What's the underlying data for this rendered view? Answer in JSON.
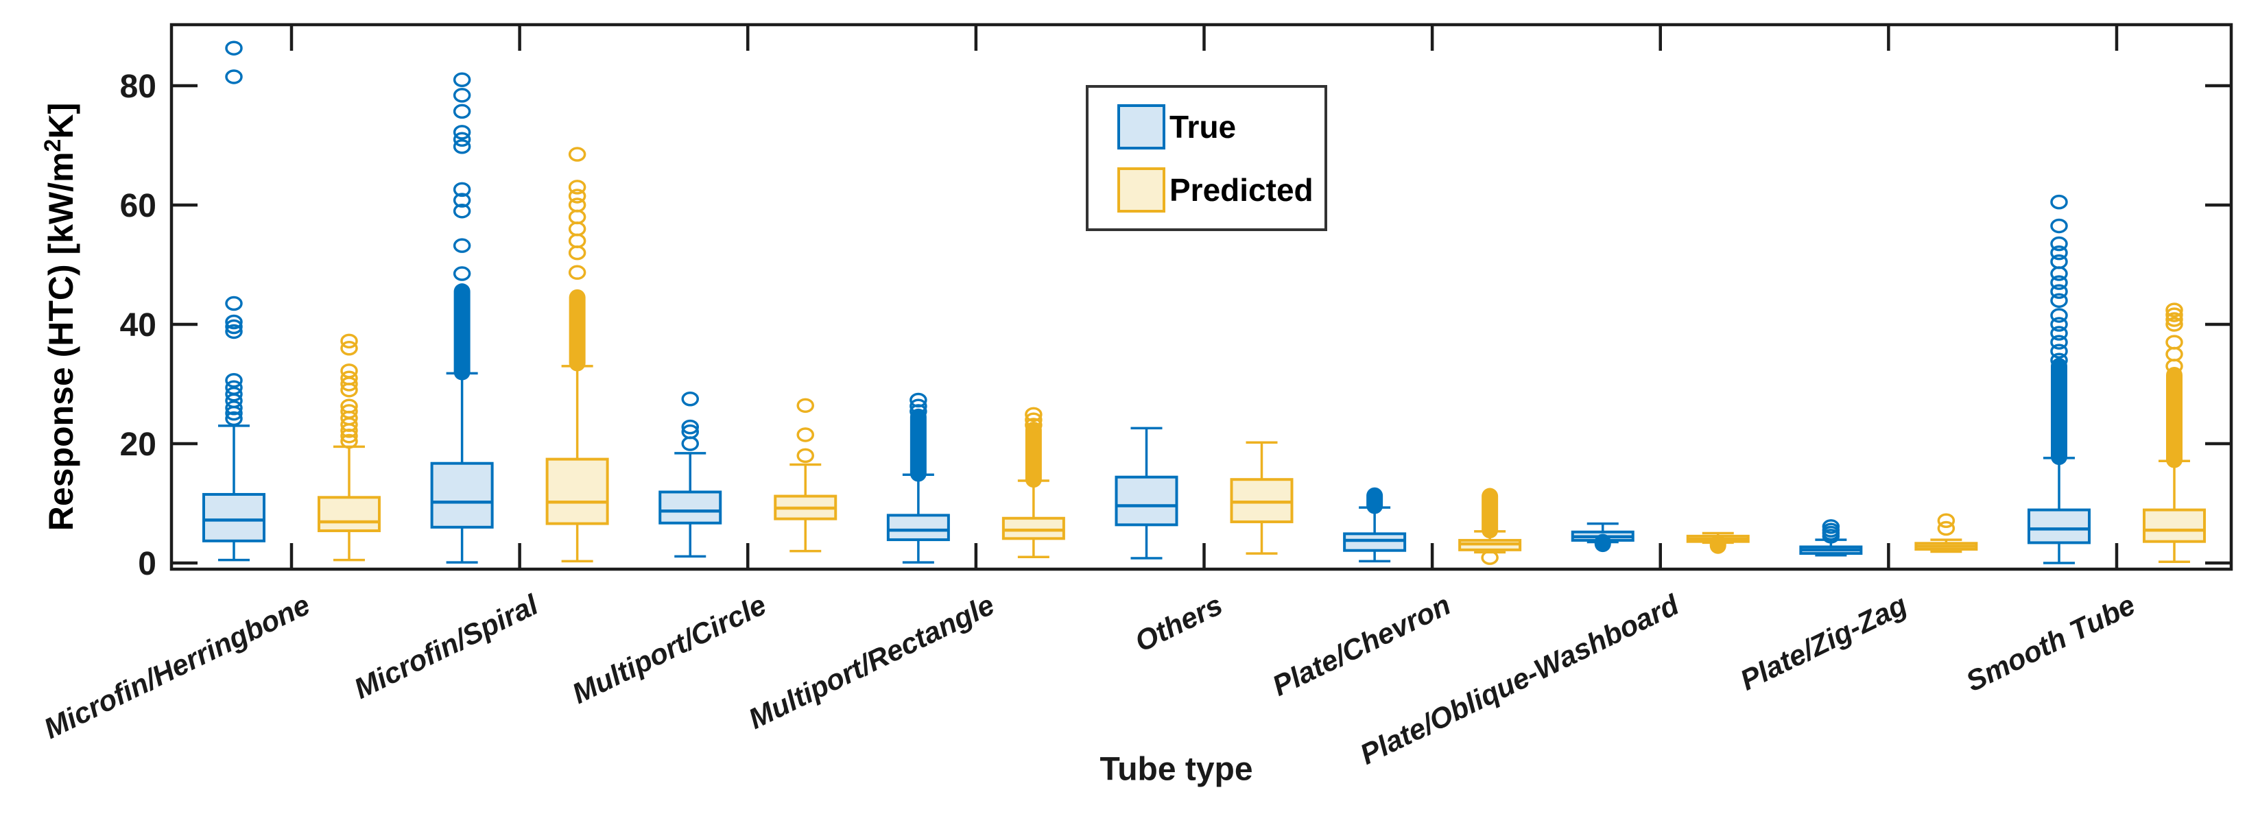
{
  "figure": {
    "y_axis": {
      "label_main1": "Response (HTC) [kW/m",
      "label_sup": "2",
      "label_main2": "K]",
      "label_full": "Response (HTC) [kW/m²K]",
      "tick_labels": [
        "0",
        "20",
        "40",
        "60",
        "80"
      ]
    },
    "x_axis": {
      "label": "Tube type"
    },
    "legend": {
      "items": [
        {
          "label": "True",
          "color_key": "true"
        },
        {
          "label": "Predicted",
          "color_key": "predicted"
        }
      ]
    }
  },
  "colors": {
    "true_edge": "#0072BD",
    "true_fill": "#D4E6F4",
    "predicted_edge": "#EDB120",
    "predicted_fill": "#FAF0D0",
    "axis": "#1c1c1c",
    "text": "#000000"
  },
  "chart_data": {
    "type": "boxplot",
    "title": "",
    "xlabel": "Tube type",
    "ylabel": "Response (HTC) [kW/m²K]",
    "ylim": [
      -1,
      90
    ],
    "yticks": [
      0,
      20,
      40,
      60,
      80
    ],
    "grid": false,
    "legend_position": "top-center-inside",
    "categories": [
      "Microfin/Herringbone",
      "Microfin/Spiral",
      "Multiport/Circle",
      "Multiport/Rectangle",
      "Others",
      "Plate/Chevron",
      "Plate/Oblique-Washboard",
      "Plate/Zig-Zag",
      "Smooth Tube"
    ],
    "series": [
      {
        "name": "True",
        "boxes": [
          {
            "whisker_low": 0.5,
            "q1": 3.7,
            "median": 7.2,
            "q3": 11.5,
            "whisker_high": 23.0,
            "outlier_dense": null,
            "outliers": [
              24.2,
              25.1,
              26.0,
              27.2,
              28.3,
              29.4,
              30.6,
              38.8,
              39.6,
              40.4,
              43.5,
              81.5,
              86.3
            ]
          },
          {
            "whisker_low": 0.1,
            "q1": 6.0,
            "median": 10.2,
            "q3": 16.7,
            "whisker_high": 31.8,
            "outlier_dense": [
              32.0,
              45.5
            ],
            "outliers": [
              48.5,
              53.2,
              59.0,
              60.8,
              62.6,
              69.8,
              71.0,
              72.2,
              75.7,
              78.4,
              81.0
            ]
          },
          {
            "whisker_low": 1.1,
            "q1": 6.7,
            "median": 8.7,
            "q3": 11.9,
            "whisker_high": 18.4,
            "outlier_dense": null,
            "outliers": [
              20.0,
              22.0,
              22.8,
              27.5
            ]
          },
          {
            "whisker_low": 0.1,
            "q1": 3.9,
            "median": 5.5,
            "q3": 8.0,
            "whisker_high": 14.8,
            "outlier_dense": [
              15.0,
              24.5
            ],
            "outliers": [
              25.4,
              26.3,
              27.3
            ]
          },
          {
            "whisker_low": 0.8,
            "q1": 6.4,
            "median": 9.6,
            "q3": 14.4,
            "whisker_high": 22.6,
            "outlier_dense": null,
            "outliers": []
          },
          {
            "whisker_low": 0.3,
            "q1": 2.1,
            "median": 3.8,
            "q3": 4.9,
            "whisker_high": 9.3,
            "outlier_dense": [
              9.6,
              11.3
            ],
            "outliers": []
          },
          {
            "whisker_low": 3.5,
            "q1": 3.8,
            "median": 4.4,
            "q3": 5.2,
            "whisker_high": 6.6,
            "outlier_dense": [
              3.2,
              3.5
            ],
            "outliers": []
          },
          {
            "whisker_low": 1.3,
            "q1": 1.6,
            "median": 2.2,
            "q3": 2.7,
            "whisker_high": 3.9,
            "outlier_dense": null,
            "outliers": [
              4.5,
              5.0,
              5.5,
              6.1
            ]
          },
          {
            "whisker_low": 0.0,
            "q1": 3.4,
            "median": 5.7,
            "q3": 8.9,
            "whisker_high": 17.6,
            "outlier_dense": [
              17.8,
              33.0
            ],
            "outliers": [
              34.0,
              35.5,
              37.0,
              38.5,
              40.0,
              41.5,
              44.0,
              45.5,
              47.0,
              48.5,
              50.5,
              52.0,
              53.5,
              56.5,
              60.5
            ]
          }
        ]
      },
      {
        "name": "Predicted",
        "boxes": [
          {
            "whisker_low": 0.5,
            "q1": 5.4,
            "median": 6.9,
            "q3": 11.0,
            "whisker_high": 19.5,
            "outlier_dense": null,
            "outliers": [
              20.4,
              21.3,
              22.2,
              23.2,
              24.3,
              25.4,
              26.3,
              29.0,
              30.0,
              31.0,
              32.2,
              36.0,
              37.2
            ]
          },
          {
            "whisker_low": 0.3,
            "q1": 6.6,
            "median": 10.2,
            "q3": 17.4,
            "whisker_high": 33.0,
            "outlier_dense": [
              33.5,
              44.5
            ],
            "outliers": [
              48.7,
              52.0,
              54.0,
              56.0,
              58.0,
              60.0,
              61.5,
              63.0,
              68.5
            ]
          },
          {
            "whisker_low": 2.0,
            "q1": 7.4,
            "median": 9.2,
            "q3": 11.2,
            "whisker_high": 16.5,
            "outlier_dense": null,
            "outliers": [
              18.0,
              21.5,
              26.4
            ]
          },
          {
            "whisker_low": 1.0,
            "q1": 4.1,
            "median": 5.5,
            "q3": 7.5,
            "whisker_high": 13.8,
            "outlier_dense": [
              14.0,
              22.3
            ],
            "outliers": [
              23.1,
              24.0,
              24.9
            ]
          },
          {
            "whisker_low": 1.6,
            "q1": 6.9,
            "median": 10.2,
            "q3": 14.0,
            "whisker_high": 20.2,
            "outlier_dense": null,
            "outliers": []
          },
          {
            "whisker_low": 1.8,
            "q1": 2.2,
            "median": 3.2,
            "q3": 3.8,
            "whisker_high": 5.3,
            "outlier_dense": [
              5.5,
              11.2
            ],
            "outliers": [
              0.9
            ]
          },
          {
            "whisker_low": 3.4,
            "q1": 3.6,
            "median": 4.0,
            "q3": 4.5,
            "whisker_high": 5.0,
            "outlier_dense": [
              2.9,
              3.3
            ],
            "outliers": []
          },
          {
            "whisker_low": 1.9,
            "q1": 2.3,
            "median": 2.8,
            "q3": 3.3,
            "whisker_high": 3.9,
            "outlier_dense": null,
            "outliers": [
              5.8,
              7.1
            ]
          },
          {
            "whisker_low": 0.2,
            "q1": 3.6,
            "median": 5.5,
            "q3": 8.9,
            "whisker_high": 17.1,
            "outlier_dense": [
              17.3,
              31.5
            ],
            "outliers": [
              33.0,
              35.0,
              37.0,
              40.0,
              40.8,
              41.6,
              42.4
            ]
          }
        ]
      }
    ]
  }
}
